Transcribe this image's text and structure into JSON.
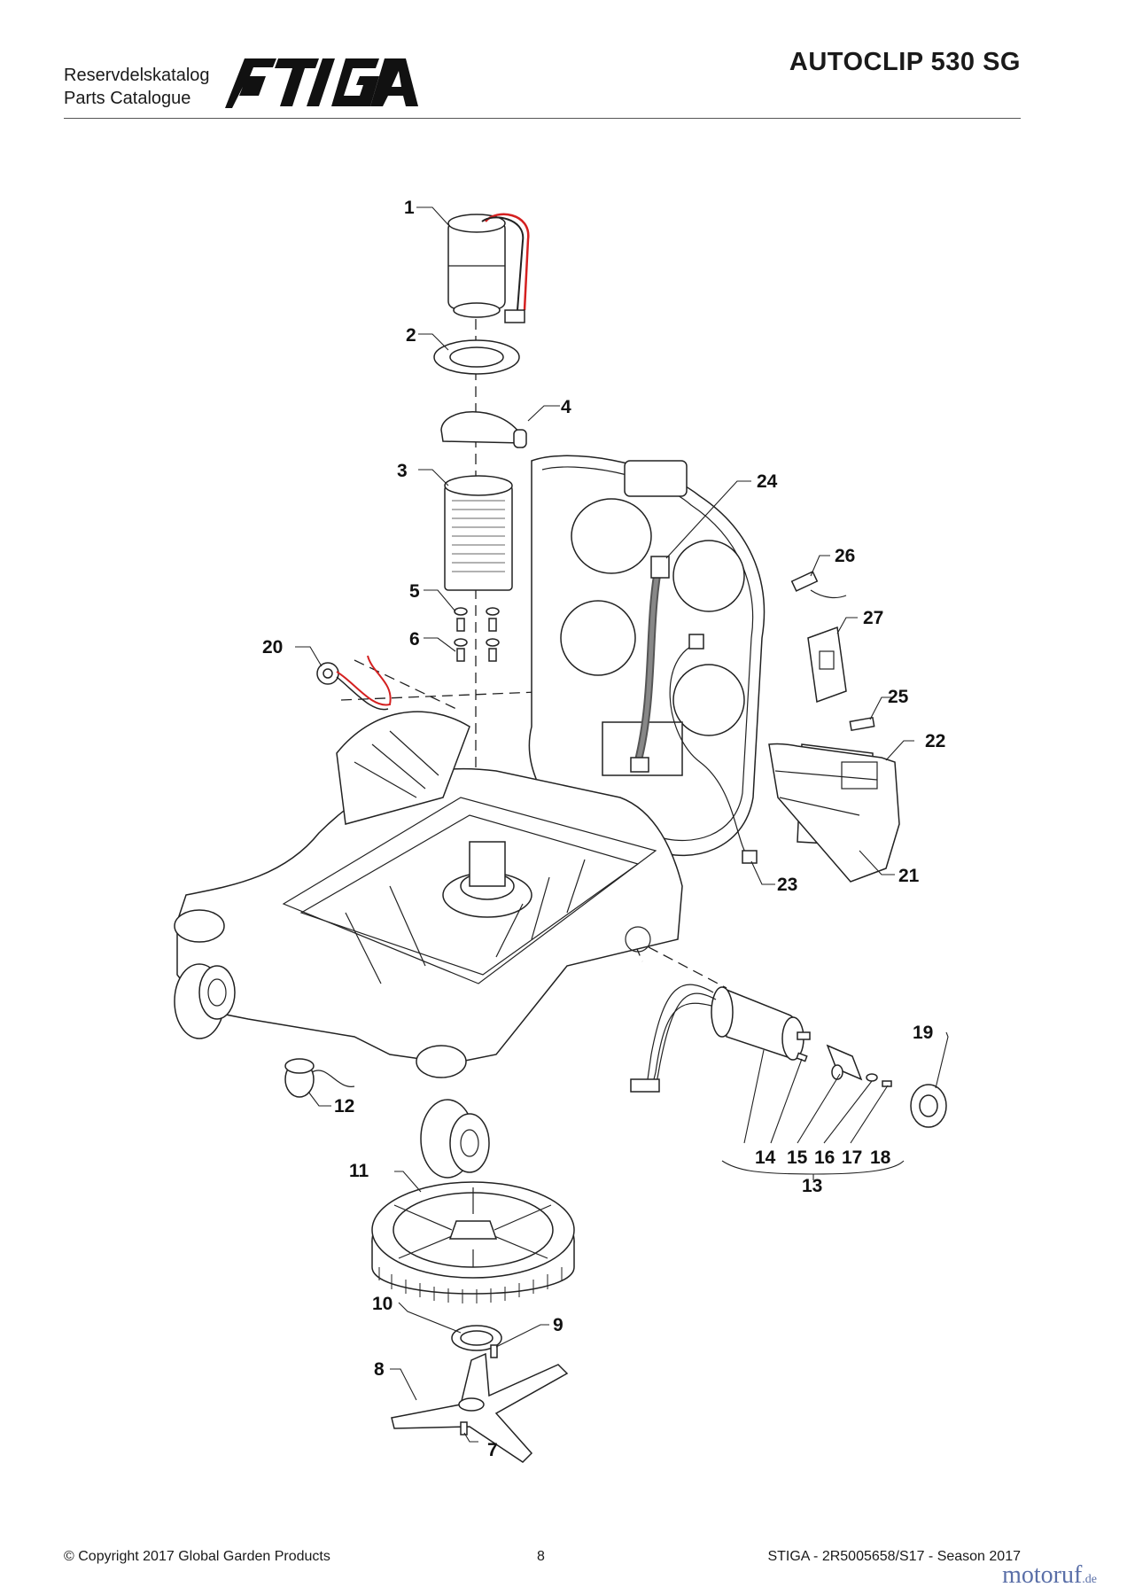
{
  "header": {
    "catalogue_sv": "Reservdelskatalog",
    "catalogue_en": "Parts Catalogue",
    "brand": "STIGA",
    "model": "AUTOCLIP 530 SG"
  },
  "callouts": [
    "1",
    "2",
    "3",
    "4",
    "5",
    "6",
    "7",
    "8",
    "9",
    "10",
    "11",
    "12",
    "13",
    "14",
    "15",
    "16",
    "17",
    "18",
    "19",
    "20",
    "21",
    "22",
    "23",
    "24",
    "25",
    "26",
    "27"
  ],
  "footer": {
    "copyright": "© Copyright 2017 Global Garden Products",
    "page": "8",
    "doc_ref": "STIGA - 2R5005658/S17 - Season 2017"
  },
  "watermark": {
    "name": "motoruf",
    "tld": ".de"
  },
  "colors": {
    "line": "#222222",
    "wire_red": "#d42020",
    "watermark": "#5a6fa8"
  }
}
